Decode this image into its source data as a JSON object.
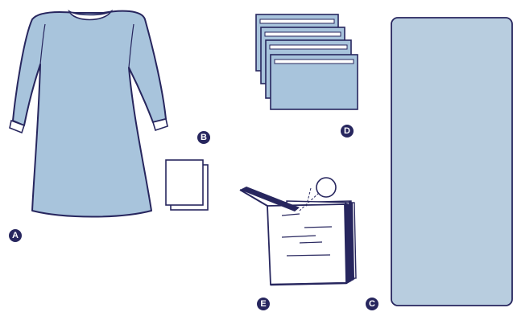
{
  "labels": {
    "gown": "A",
    "towels": "B",
    "drape": "C",
    "bags": "D",
    "stack": "E"
  },
  "colors": {
    "outline": "#27265e",
    "fill_main": "#a8c4dc",
    "fill_light": "#bcd2e4",
    "badge": "#27265e",
    "badge_text": "#ffffff"
  },
  "icons": {
    "gown": "surgical-gown-icon",
    "towels": "paper-towel-icon",
    "drape": "drape-sheet-icon",
    "bags": "bag-stack-icon",
    "stack": "folded-stack-with-tab-icon"
  }
}
